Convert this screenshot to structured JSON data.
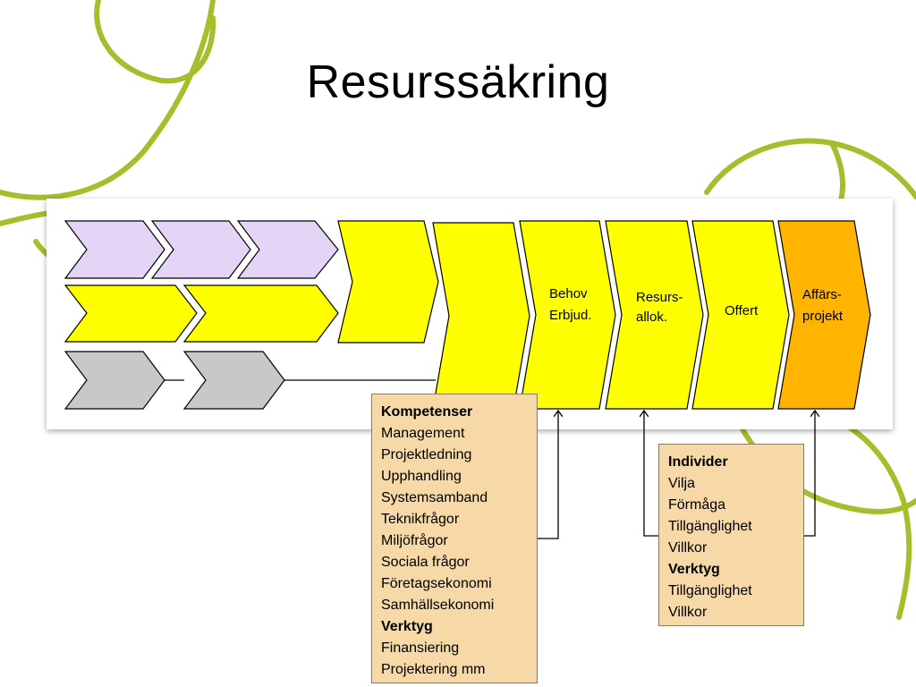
{
  "title": "Resurssäkring",
  "colors": {
    "lavender": "#e4d4f6",
    "yellow": "#ffff00",
    "gray": "#c8c8c8",
    "orange": "#ffb400",
    "note": "#f6d9a6",
    "decor": "#a8bd2c"
  },
  "stages": [
    {
      "label_lines": [
        "Behov",
        "Erbjud."
      ]
    },
    {
      "label_lines": [
        "Resurs-",
        "allok."
      ]
    },
    {
      "label_lines": [
        "Offert"
      ]
    },
    {
      "label_lines": [
        "Affärs-",
        "projekt"
      ]
    }
  ],
  "note_left": {
    "heading1": "Kompetenser",
    "items1": [
      "Management",
      "Projektledning",
      "Upphandling",
      "Systemsamband",
      "Teknikfrågor",
      "Miljöfrågor",
      "Sociala frågor",
      "Företagsekonomi",
      "Samhällsekonomi"
    ],
    "heading2": "Verktyg",
    "items2": [
      "Finansiering",
      "Projektering mm"
    ]
  },
  "note_right": {
    "heading1": "Individer",
    "items1": [
      "Vilja",
      "Förmåga",
      "Tillgänglighet",
      "Villkor"
    ],
    "heading2": "Verktyg",
    "items2": [
      "Tillgänglighet",
      "Villkor"
    ]
  }
}
